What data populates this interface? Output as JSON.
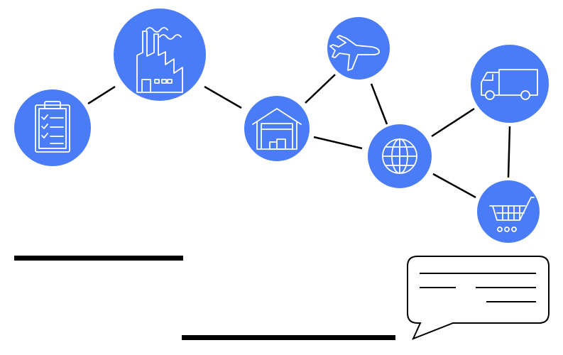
{
  "colors": {
    "node": "#4a7cf7",
    "icon": "#ffffff",
    "line": "#000000",
    "bubble_stroke": "#000000"
  },
  "nodes": [
    {
      "id": "clipboard",
      "icon": "clipboard-checklist-icon"
    },
    {
      "id": "factory",
      "icon": "factory-icon"
    },
    {
      "id": "warehouse",
      "icon": "warehouse-icon"
    },
    {
      "id": "plane",
      "icon": "airplane-icon"
    },
    {
      "id": "globe",
      "icon": "globe-icon"
    },
    {
      "id": "truck",
      "icon": "delivery-truck-icon"
    },
    {
      "id": "cart",
      "icon": "shopping-cart-icon"
    }
  ],
  "edges": [
    [
      "clipboard",
      "factory"
    ],
    [
      "factory",
      "warehouse"
    ],
    [
      "warehouse",
      "plane"
    ],
    [
      "plane",
      "globe"
    ],
    [
      "warehouse",
      "globe"
    ],
    [
      "globe",
      "truck"
    ],
    [
      "truck",
      "cart"
    ],
    [
      "globe",
      "cart"
    ]
  ],
  "speech_bubble": {
    "icon": "speech-bubble-icon"
  }
}
